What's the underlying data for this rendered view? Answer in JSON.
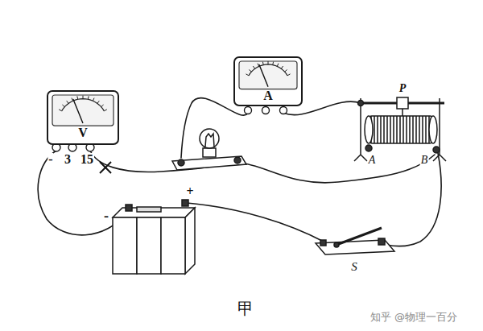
{
  "diagram": {
    "caption": "甲",
    "nodes": [
      {
        "text": [
          "V"
        ]
      },
      {
        "text": [
          "A"
        ]
      }
    ],
    "labels": [
      "-",
      "3",
      "15",
      "P",
      "A",
      "B",
      "-",
      "+",
      "S",
      "知乎 @物理一百分"
    ]
  }
}
